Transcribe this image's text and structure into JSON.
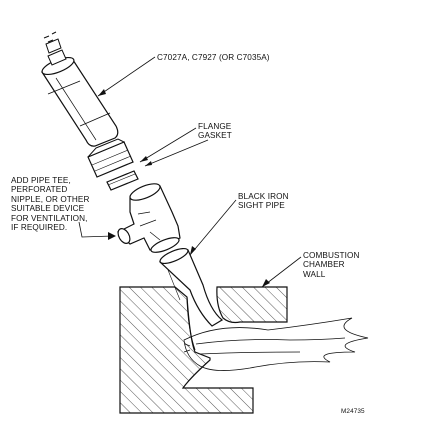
{
  "labels": {
    "sensor": "C7027A, C7927 (OR C7035A)",
    "flange": "FLANGE",
    "gasket": "GASKET",
    "vent_lines": [
      "ADD PIPE TEE,",
      "PERFORATED",
      "NIPPLE, OR OTHER",
      "SUITABLE DEVICE",
      "FOR VENTILATION,",
      "IF REQUIRED."
    ],
    "sight_pipe_lines": [
      "BLACK IRON",
      "SIGHT PIPE"
    ],
    "wall_lines": [
      "COMBUSTION",
      "CHAMBER",
      "WALL"
    ],
    "figure_code": "M24735"
  },
  "colors": {
    "line": "#111111",
    "background": "#ffffff"
  }
}
